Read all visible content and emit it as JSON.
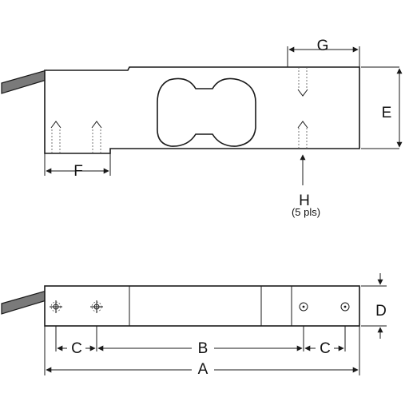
{
  "dimension_labels": {
    "A": "A",
    "B": "B",
    "C_left": "C",
    "C_right": "C",
    "D": "D",
    "E": "E",
    "F": "F",
    "G": "G",
    "H": "H",
    "H_note": "(5 pls)"
  }
}
